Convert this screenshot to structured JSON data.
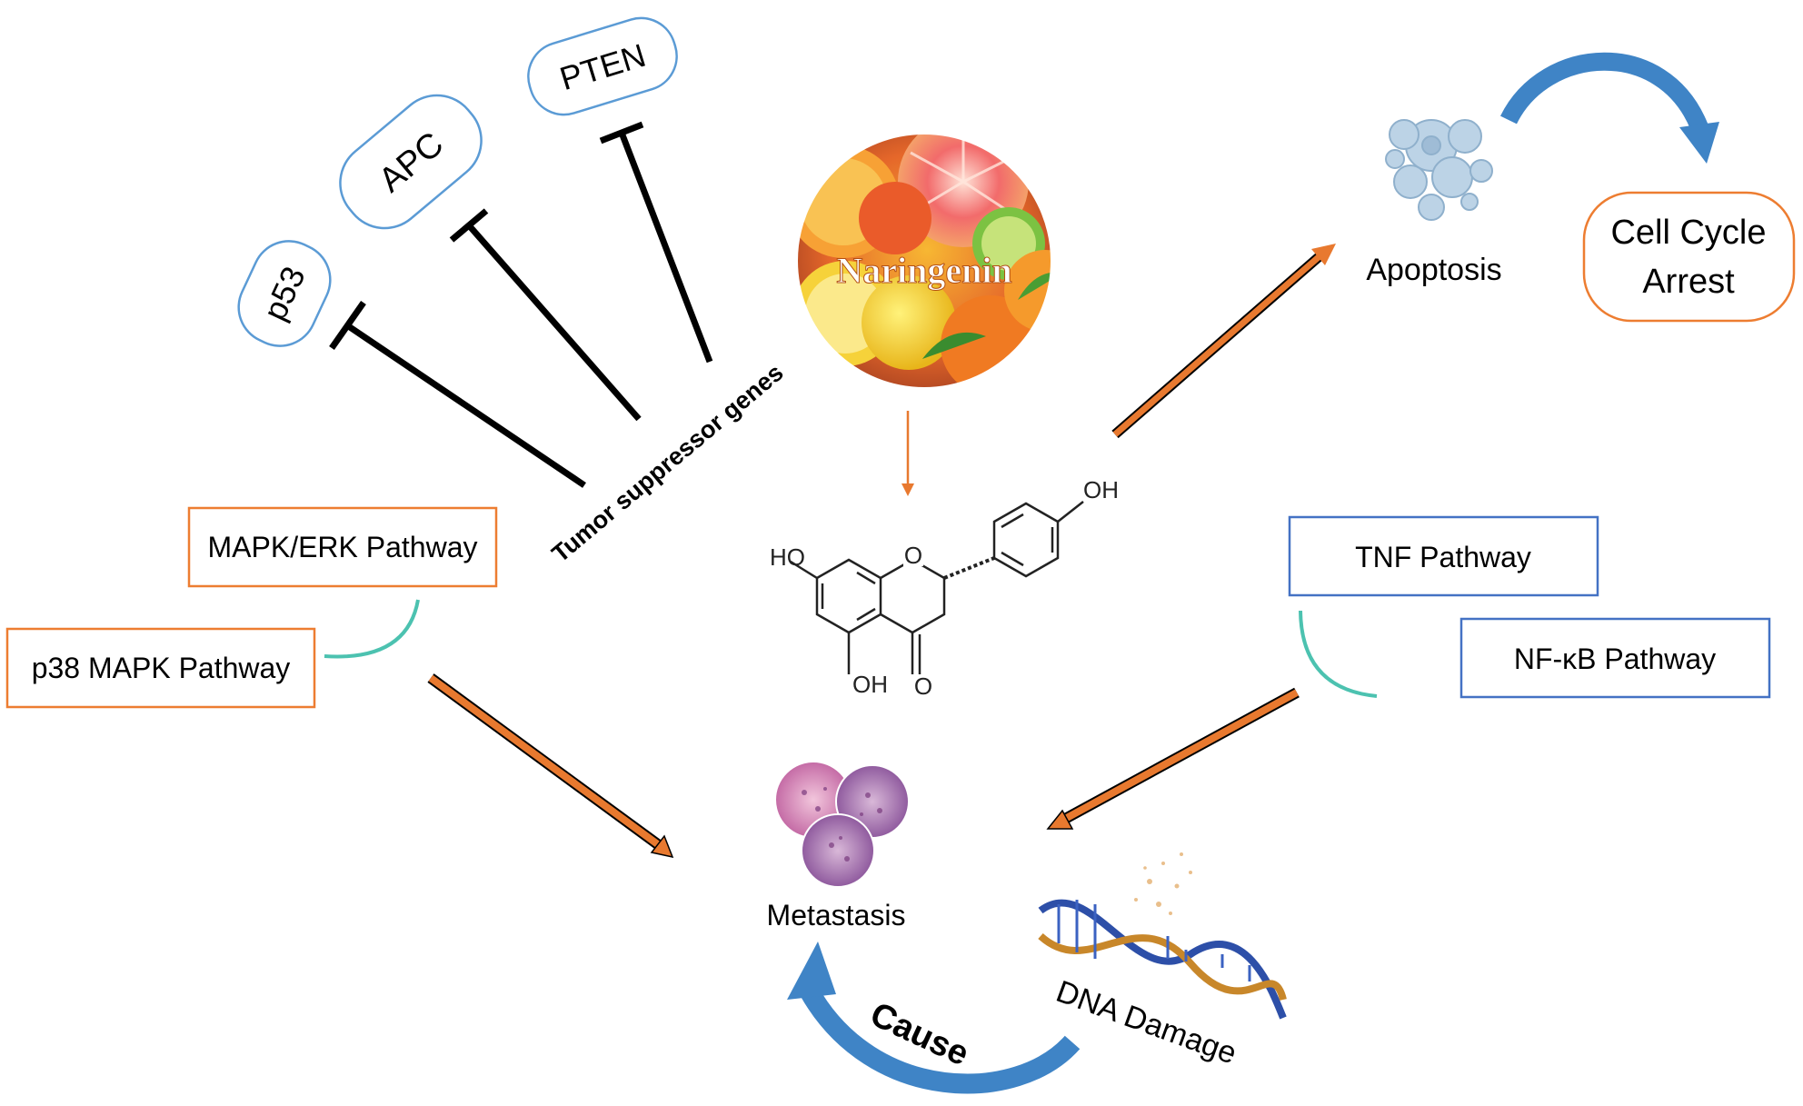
{
  "compound": {
    "name": "Naringenin",
    "structure_labels": {
      "oh_top": "OH",
      "ho_left": "HO",
      "ring_oxygen": "O",
      "oh_bottom": "OH",
      "carbonyl": "O"
    }
  },
  "tumor_suppressor": {
    "label": "Tumor suppressor genes",
    "genes": [
      "p53",
      "APC",
      "PTEN"
    ]
  },
  "pathways_left": {
    "mapk_erk": "MAPK/ERK Pathway",
    "p38": "p38 MAPK Pathway"
  },
  "pathways_right": {
    "tnf": "TNF Pathway",
    "nfkb": "NF-κB Pathway"
  },
  "outcomes": {
    "apoptosis": "Apoptosis",
    "cell_cycle_line1": "Cell Cycle",
    "cell_cycle_line2": "Arrest"
  },
  "metastasis": {
    "label": "Metastasis"
  },
  "dna": {
    "label": "DNA Damage",
    "cause_label": "Cause"
  },
  "colors": {
    "blue_box": "#5b9bd5",
    "orange_box": "#ed7d31",
    "nav_box": "#4472c4",
    "arrow_orange": "#e8792f",
    "curve_blue": "#3f84c6",
    "inhibit": "#000000"
  }
}
